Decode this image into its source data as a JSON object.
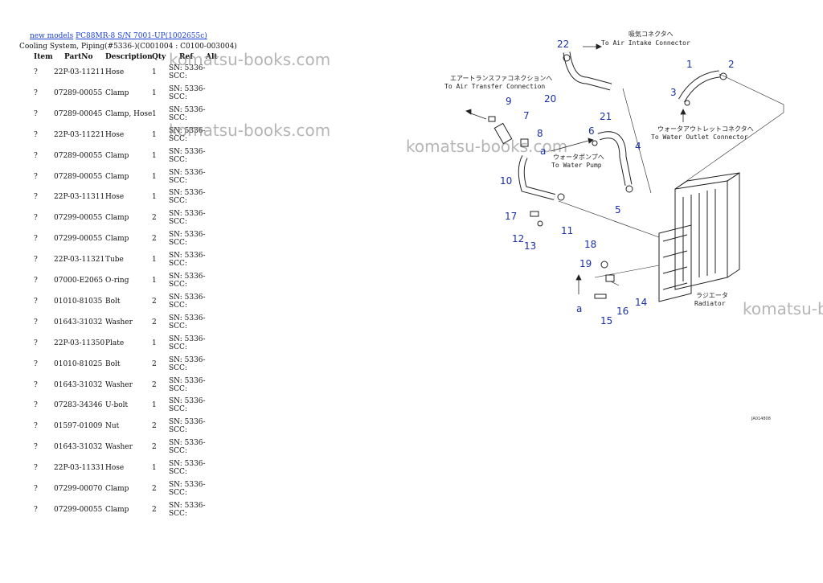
{
  "breadcrumb": {
    "link1": "new models",
    "link2": "PC88MR-8 S/N 7001-UP(1002655c)"
  },
  "subtitle": "Cooling System, Piping(#5336-)(C001004 : C0100-003004)",
  "columns": {
    "item": "Item",
    "partno": "PartNo",
    "description": "Description",
    "qty": "Qty",
    "ref": "Ref",
    "alt": "Alt"
  },
  "rows": [
    {
      "item": "?",
      "partno": "22P-03-11211",
      "description": "Hose",
      "qty": "1",
      "ref": "SN: 5336-SCC:"
    },
    {
      "item": "?",
      "partno": "07289-00055",
      "description": "Clamp",
      "qty": "1",
      "ref": "SN: 5336-SCC:"
    },
    {
      "item": "?",
      "partno": "07289-00045",
      "description": "Clamp, Hose",
      "qty": "1",
      "ref": "SN: 5336-SCC:"
    },
    {
      "item": "?",
      "partno": "22P-03-11221",
      "description": "Hose",
      "qty": "1",
      "ref": "SN: 5336-SCC:"
    },
    {
      "item": "?",
      "partno": "07289-00055",
      "description": "Clamp",
      "qty": "1",
      "ref": "SN: 5336-SCC:"
    },
    {
      "item": "?",
      "partno": "07289-00055",
      "description": "Clamp",
      "qty": "1",
      "ref": "SN: 5336-SCC:"
    },
    {
      "item": "?",
      "partno": "22P-03-11311",
      "description": "Hose",
      "qty": "1",
      "ref": "SN: 5336-SCC:"
    },
    {
      "item": "?",
      "partno": "07299-00055",
      "description": "Clamp",
      "qty": "2",
      "ref": "SN: 5336-SCC:"
    },
    {
      "item": "?",
      "partno": "07299-00055",
      "description": "Clamp",
      "qty": "2",
      "ref": "SN: 5336-SCC:"
    },
    {
      "item": "?",
      "partno": "22P-03-11321",
      "description": "Tube",
      "qty": "1",
      "ref": "SN: 5336-SCC:"
    },
    {
      "item": "?",
      "partno": "07000-E2065",
      "description": "O-ring",
      "qty": "1",
      "ref": "SN: 5336-SCC:"
    },
    {
      "item": "?",
      "partno": "01010-81035",
      "description": "Bolt",
      "qty": "2",
      "ref": "SN: 5336-SCC:"
    },
    {
      "item": "?",
      "partno": "01643-31032",
      "description": "Washer",
      "qty": "2",
      "ref": "SN: 5336-SCC:"
    },
    {
      "item": "?",
      "partno": "22P-03-11350",
      "description": "Plate",
      "qty": "1",
      "ref": "SN: 5336-SCC:"
    },
    {
      "item": "?",
      "partno": "01010-81025",
      "description": "Bolt",
      "qty": "2",
      "ref": "SN: 5336-SCC:"
    },
    {
      "item": "?",
      "partno": "01643-31032",
      "description": "Washer",
      "qty": "2",
      "ref": "SN: 5336-SCC:"
    },
    {
      "item": "?",
      "partno": "07283-34346",
      "description": "U-bolt",
      "qty": "1",
      "ref": "SN: 5336-SCC:"
    },
    {
      "item": "?",
      "partno": "01597-01009",
      "description": "Nut",
      "qty": "2",
      "ref": "SN: 5336-SCC:"
    },
    {
      "item": "?",
      "partno": "01643-31032",
      "description": "Washer",
      "qty": "2",
      "ref": "SN: 5336-SCC:"
    },
    {
      "item": "?",
      "partno": "22P-03-11331",
      "description": "Hose",
      "qty": "1",
      "ref": "SN: 5336-SCC:"
    },
    {
      "item": "?",
      "partno": "07299-00070",
      "description": "Clamp",
      "qty": "2",
      "ref": "SN: 5336-SCC:"
    },
    {
      "item": "?",
      "partno": "07299-00055",
      "description": "Clamp",
      "qty": "2",
      "ref": "SN: 5336-SCC:"
    }
  ],
  "watermark": "komatsu-books.com",
  "diagram": {
    "labels": {
      "air_intake_jp": "吸気コネクタへ",
      "air_intake_en": "To Air Intake Connector",
      "air_transfer_jp": "エアートランスファコネクションへ",
      "air_transfer_en": "To Air Transfer Connection",
      "water_outlet_jp": "ウォータアウトレットコネクタへ",
      "water_outlet_en": "To Water Outlet Connector",
      "water_pump_jp": "ウォータポンプへ",
      "water_pump_en": "To Water Pump",
      "radiator_jp": "ラジエータ",
      "radiator_en": "Radiator",
      "ref_a": "a",
      "drawing_code": "JA014808"
    },
    "callouts": [
      "1",
      "2",
      "3",
      "4",
      "5",
      "6",
      "7",
      "8",
      "9",
      "10",
      "11",
      "12",
      "13",
      "14",
      "15",
      "16",
      "17",
      "18",
      "19",
      "20",
      "21",
      "22"
    ]
  }
}
